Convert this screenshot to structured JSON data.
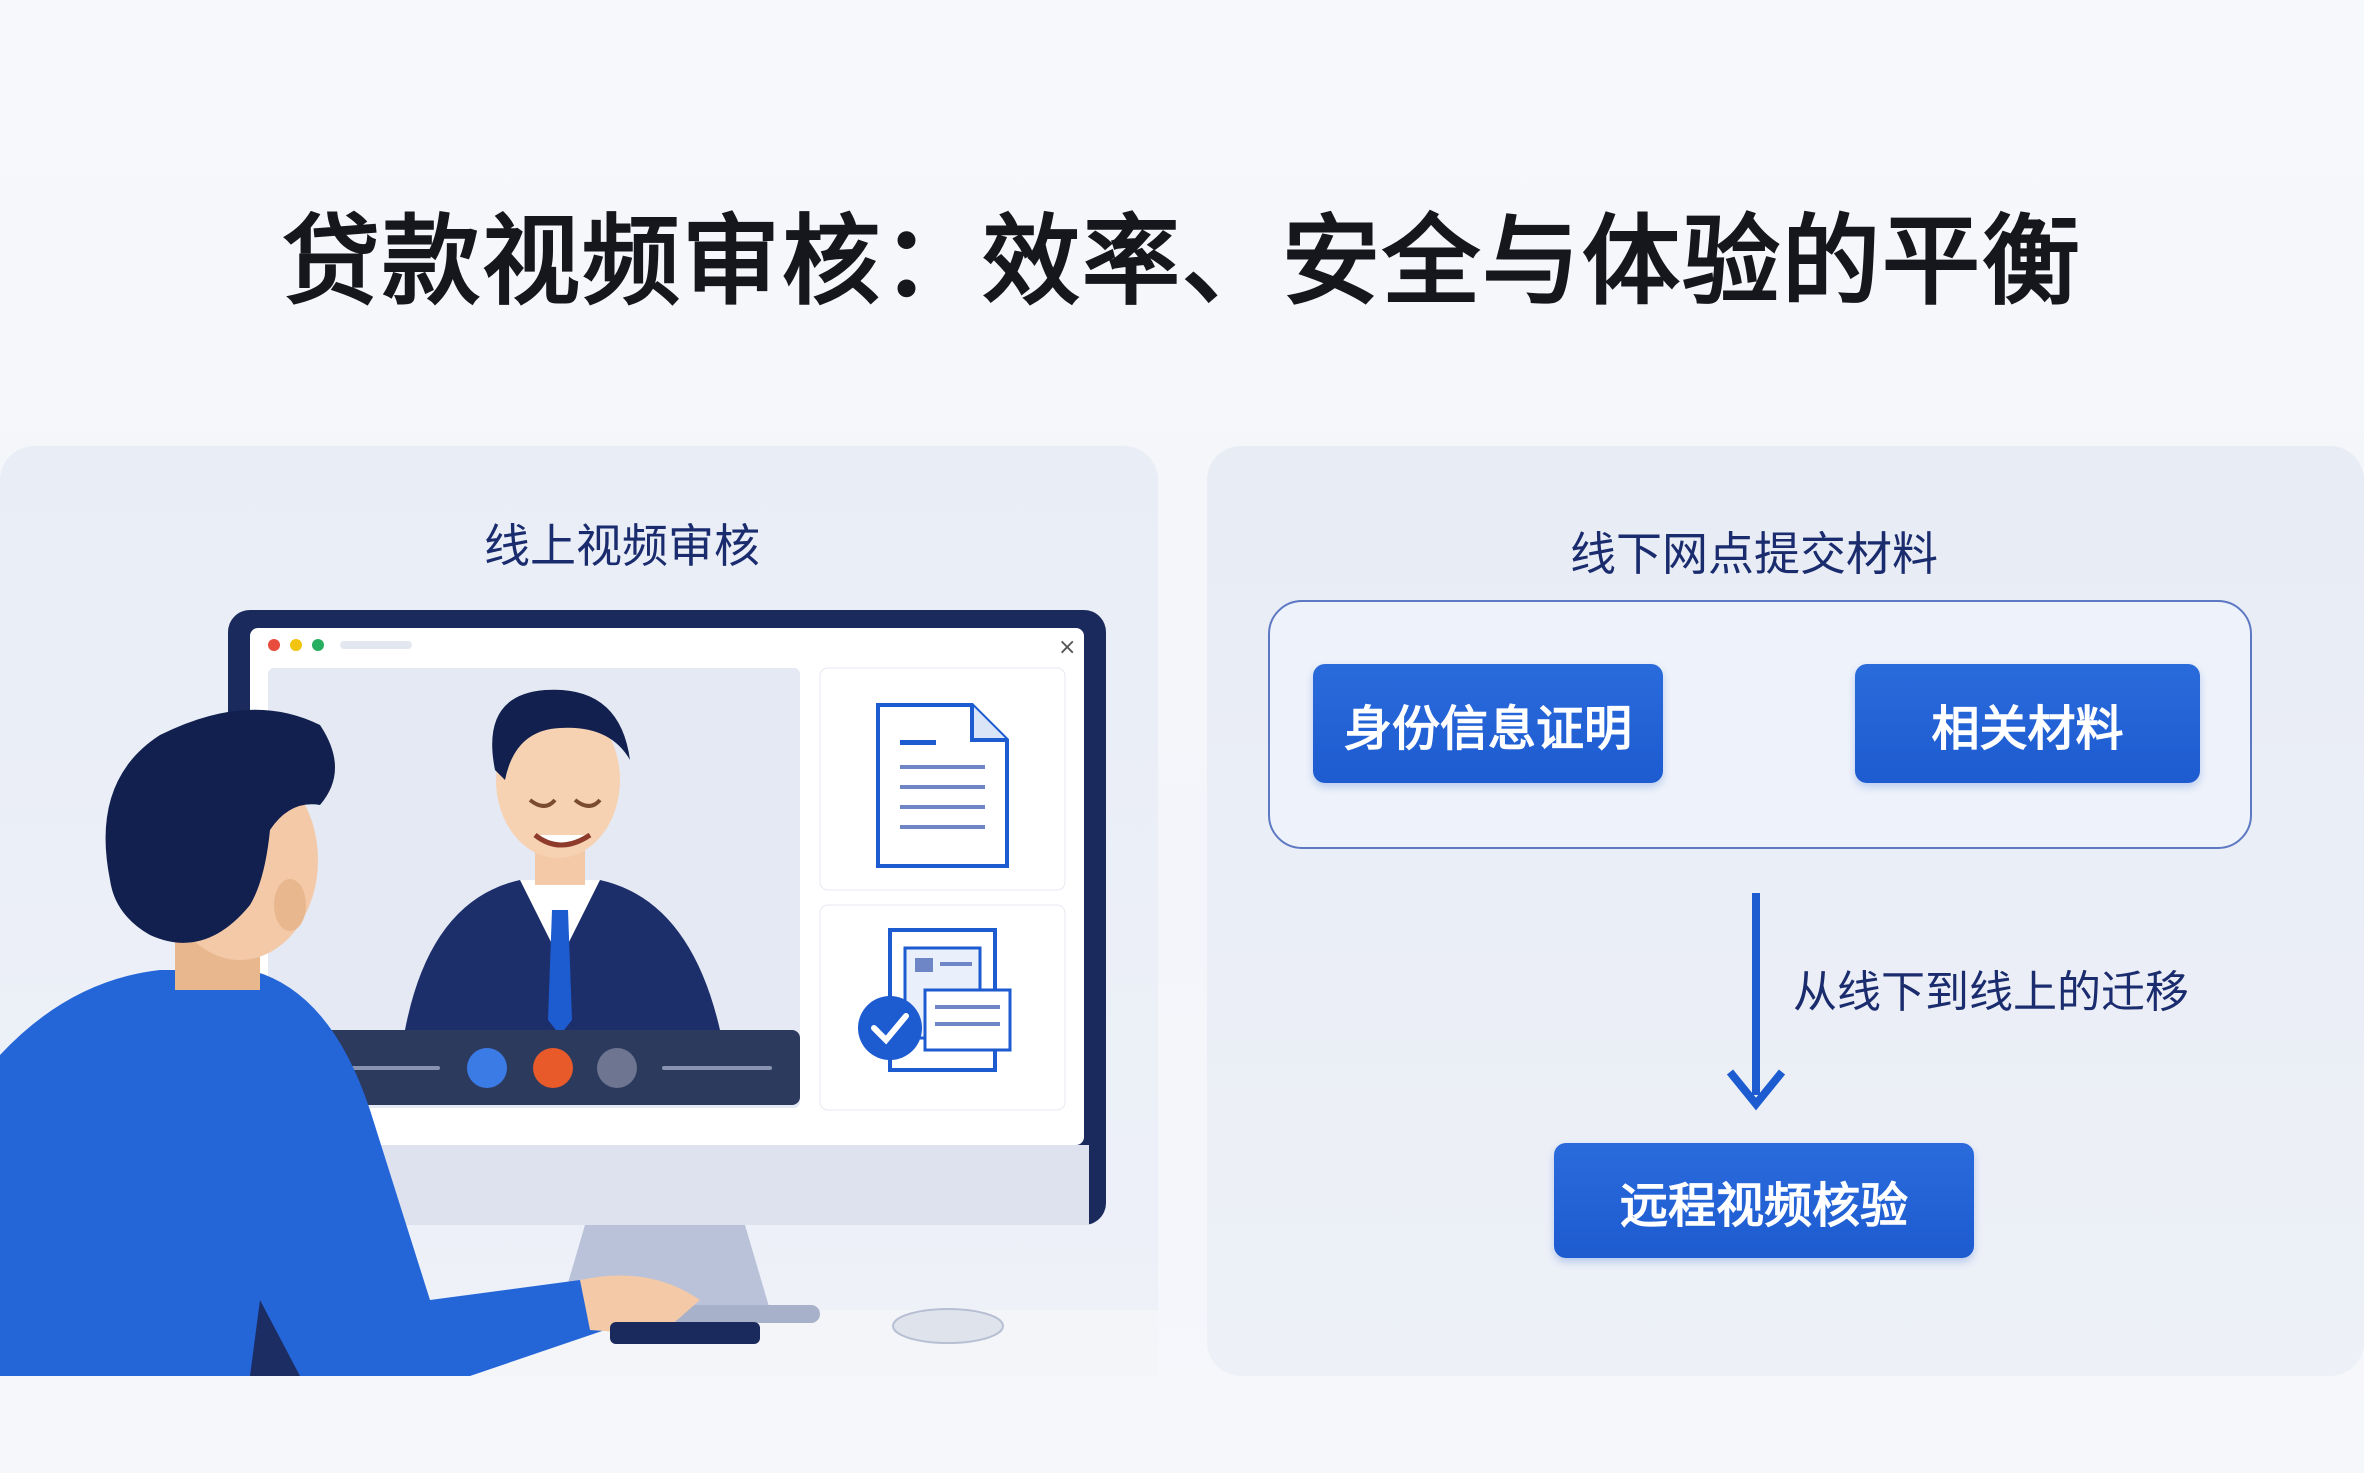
{
  "title": "贷款视频审核：效率、安全与体验的平衡",
  "left_panel": {
    "label": "线上视频审核"
  },
  "right_panel": {
    "label": "线下网点提交材料",
    "steps": [
      "身份信息证明",
      "相关材料"
    ],
    "migration_label": "从线下到线上的迁移",
    "result": "远程视频核验"
  },
  "colors": {
    "accent_blue": "#1d5bd0",
    "navy": "#1a2c6e",
    "panel_bg": "#e9edf6"
  },
  "icons": [
    "document-icon",
    "verified-check-icon",
    "microphone-icon",
    "end-call-icon",
    "camera-icon",
    "close-icon"
  ]
}
